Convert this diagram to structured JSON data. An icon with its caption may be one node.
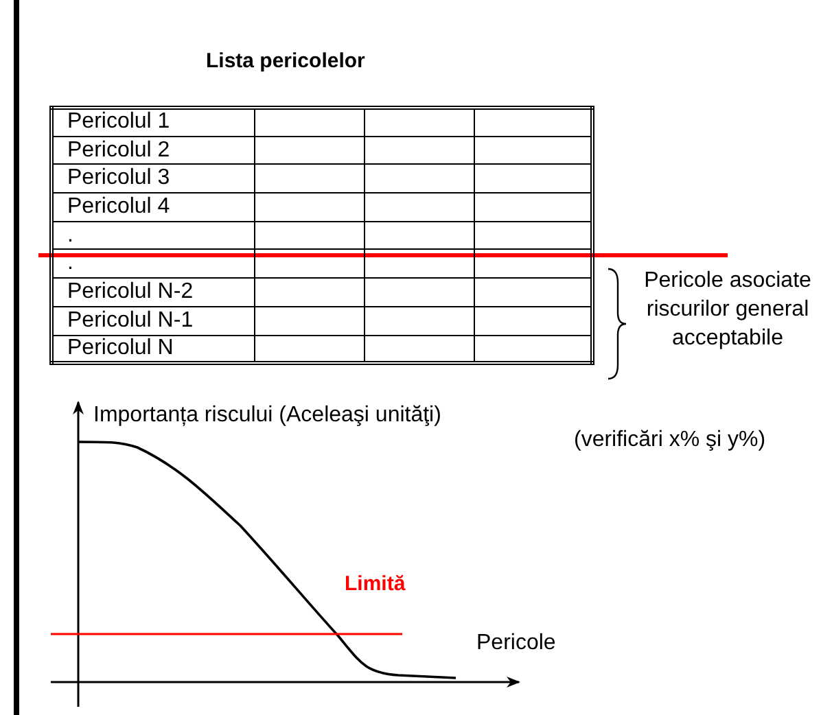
{
  "diagram": {
    "title": "Lista pericolelor",
    "labels": [
      "Pericolul 1",
      "Pericolul 2",
      "Pericolul 3",
      "Pericolul 4",
      ".",
      ".",
      "Pericolul N-2",
      "Pericolul N-1",
      "Pericolul N",
      "Pericole asociate riscurilor general acceptabile",
      "Importanța riscului (Aceleaşi unităţi)",
      "(verificări x% şi y%)",
      "Limită",
      "Pericole"
    ]
  }
}
